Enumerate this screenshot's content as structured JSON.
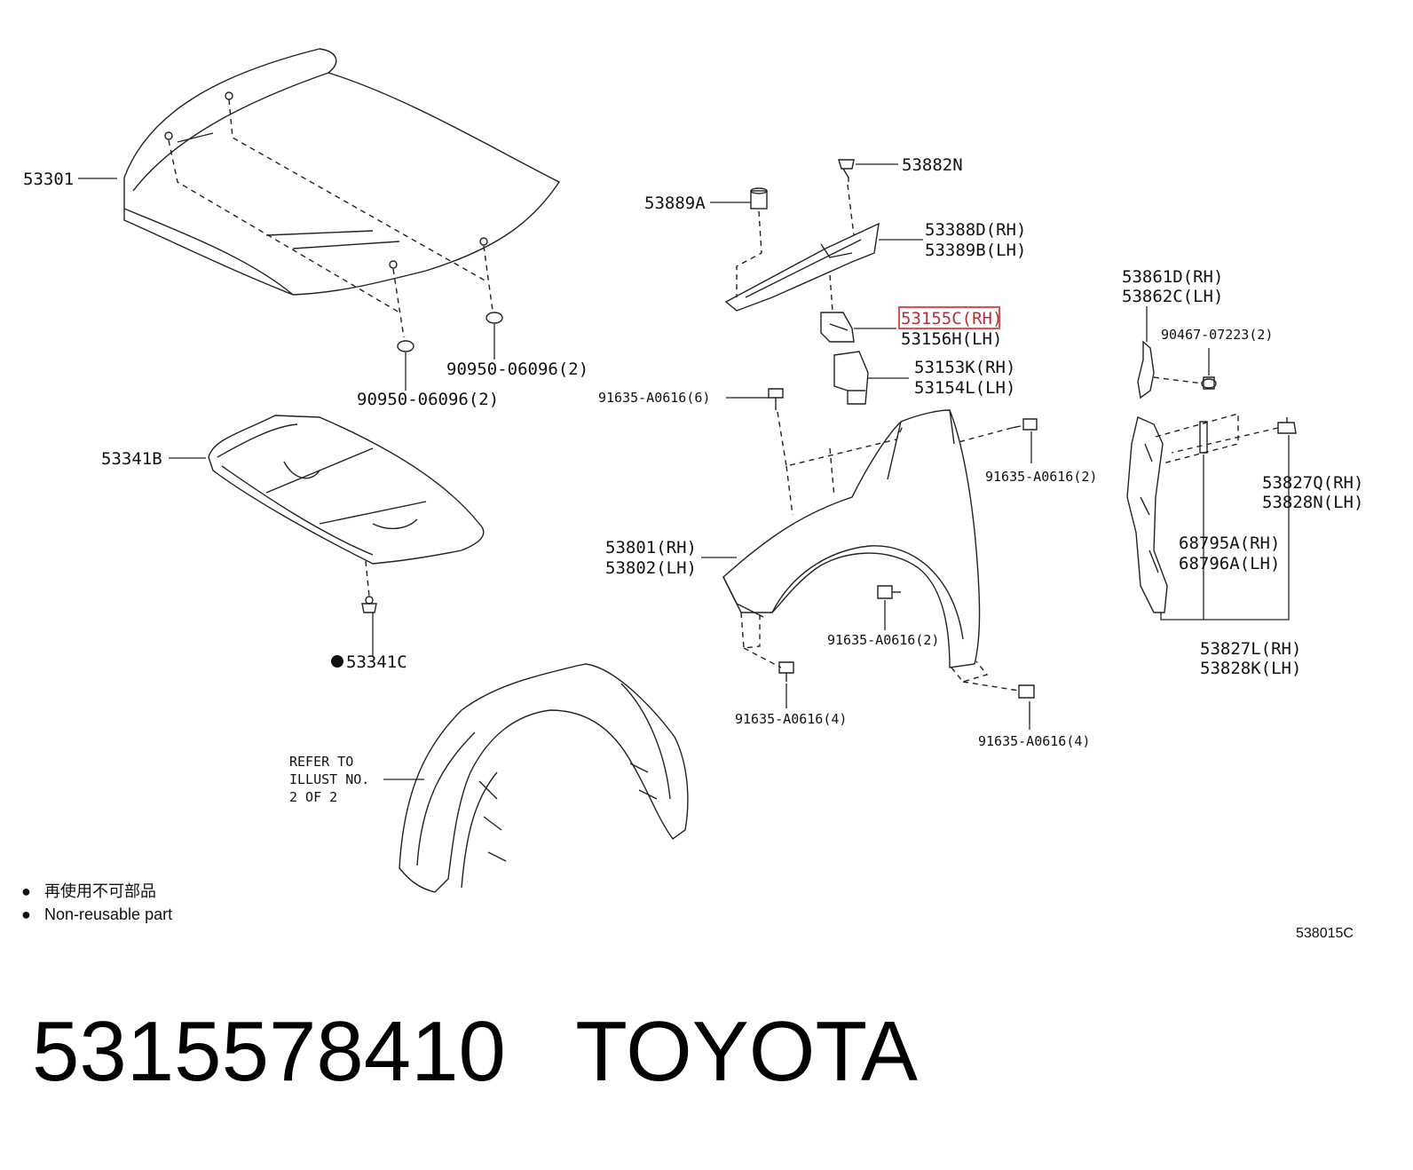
{
  "labels": {
    "hood": "53301",
    "hood_cushion_a": "90950-06096(2)",
    "hood_cushion_b": "90950-06096(2)",
    "insulator": "53341B",
    "insulator_clip": "53341C",
    "retainer": "53882N",
    "stopper": "53889A",
    "seal_rh": "53388D(RH)",
    "seal_lh": "53389B(LH)",
    "highlight_rh": "53155C(RH)",
    "highlight_lh": "53156H(LH)",
    "cover_rh": "53153K(RH)",
    "cover_lh": "53154L(LH)",
    "bolt_top": "91635-A0616(6)",
    "bolt_right": "91635-A0616(2)",
    "fender_rh": "53801(RH)",
    "fender_lh": "53802(LH)",
    "bolt_mid": "91635-A0616(2)",
    "bolt_low_left": "91635-A0616(4)",
    "bolt_low_right": "91635-A0616(4)",
    "protector_rh": "53861D(RH)",
    "protector_lh": "53862C(LH)",
    "nut": "90467-07223(2)",
    "clip_rh": "53827Q(RH)",
    "clip_lh": "53828N(LH)",
    "strip_rh": "68795A(RH)",
    "strip_lh": "68796A(LH)",
    "seal2_rh": "53827L(RH)",
    "seal2_lh": "53828K(LH)"
  },
  "refer_note": [
    "REFER TO",
    "ILLUST NO.",
    "2 OF 2"
  ],
  "legend": {
    "symbol": "●",
    "jp": "再使用不可部品",
    "en": "Non-reusable part"
  },
  "illustration_code": "538015C",
  "footer": {
    "part_number": "5315578410",
    "brand": "TOYOTA"
  },
  "highlight_color": "#d9534f"
}
